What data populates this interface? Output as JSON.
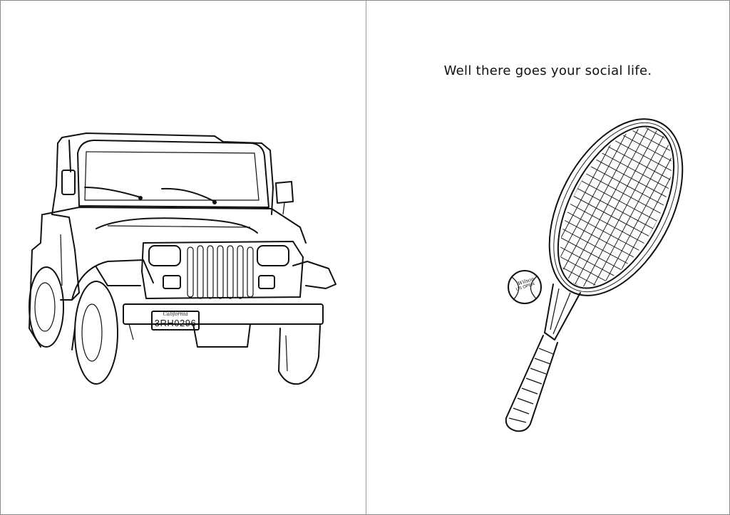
{
  "right_page": {
    "caption": "Well there goes your social life."
  },
  "jeep": {
    "plate_header": "California",
    "plate_number": "3RH0296"
  },
  "ball": {
    "brand": "Wilson",
    "label": "US OPEN"
  },
  "colors": {
    "ink": "#111111",
    "paper": "#ffffff",
    "border": "#8a8a8a"
  }
}
